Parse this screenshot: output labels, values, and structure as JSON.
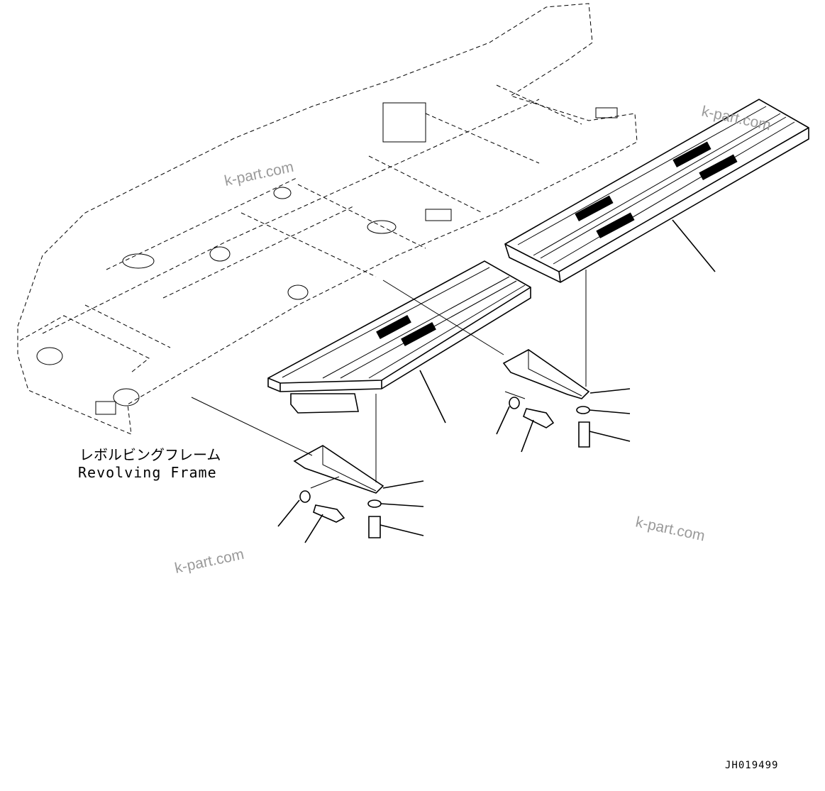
{
  "diagram": {
    "frame_label_jp": "レボルビングフレーム",
    "frame_label_en": "Revolving Frame",
    "document_id": "JH019499",
    "watermarks": [
      "k-part.com",
      "k-part.com",
      "k-part.com",
      "k-part.com"
    ]
  }
}
